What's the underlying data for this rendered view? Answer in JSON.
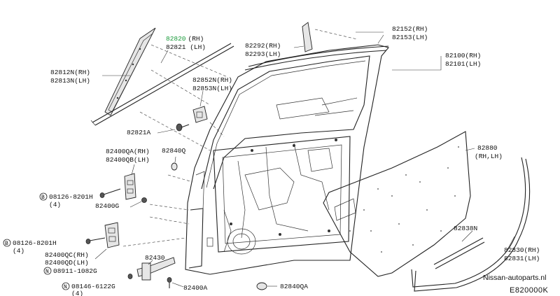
{
  "labels": {
    "l82820": "82820",
    "l82820_rh": "(RH)",
    "l82821": "82821 (LH)",
    "l82812n": "82812N(RH)",
    "l82813n": "82813N(LH)",
    "l82292": "82292(RH)",
    "l82293": "82293(LH)",
    "l82152": "82152(RH)",
    "l82153": "82153(LH)",
    "l82100": "82100(RH)",
    "l82101": "82101(LH)",
    "l82852n": "82852N(RH)",
    "l82853n": "82853N(LH)",
    "l82821a": "82821A",
    "l82840q": "82840Q",
    "l82400qa": "82400QA(RH)",
    "l82400qb": "82400QB(LH)",
    "l08126a": "08126-8201H",
    "l08126a_qty": "(4)",
    "l82400g": "82400G",
    "l08126b": "08126-8201H",
    "l08126b_qty": "(4)",
    "l82400qc": "82400QC(RH)",
    "l82400qd": "82400QD(LH)",
    "l08911": "08911-1082G",
    "l08146": "08146-6122G",
    "l08146_qty": "(4)",
    "l82430": "82430",
    "l82400a": "82400A",
    "l82840qa": "82840QA",
    "l82880": "82880",
    "l82880_sub": "(RH,LH)",
    "l82838n": "82838N",
    "l82830": "82830(RH)",
    "l82831": "82831(LH)",
    "circ_b": "B",
    "circ_n": "N"
  },
  "footer": {
    "website": "Nissan-autoparts.nl",
    "figure_code": "E820000K"
  },
  "colors": {
    "highlight": "#1a9a3a",
    "line": "#222222"
  }
}
